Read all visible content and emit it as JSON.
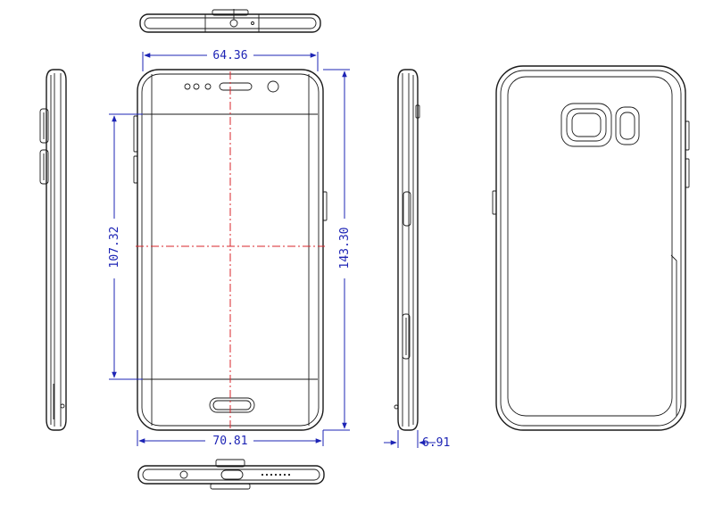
{
  "dimensions": {
    "screen_width": "64.36",
    "screen_height": "107.32",
    "body_height": "143.30",
    "body_width": "70.81",
    "body_thickness": "6.91"
  },
  "colors": {
    "dimension_lines": "#1d24b5",
    "center_lines": "#d8262b",
    "outline": "#1a1a1a"
  }
}
